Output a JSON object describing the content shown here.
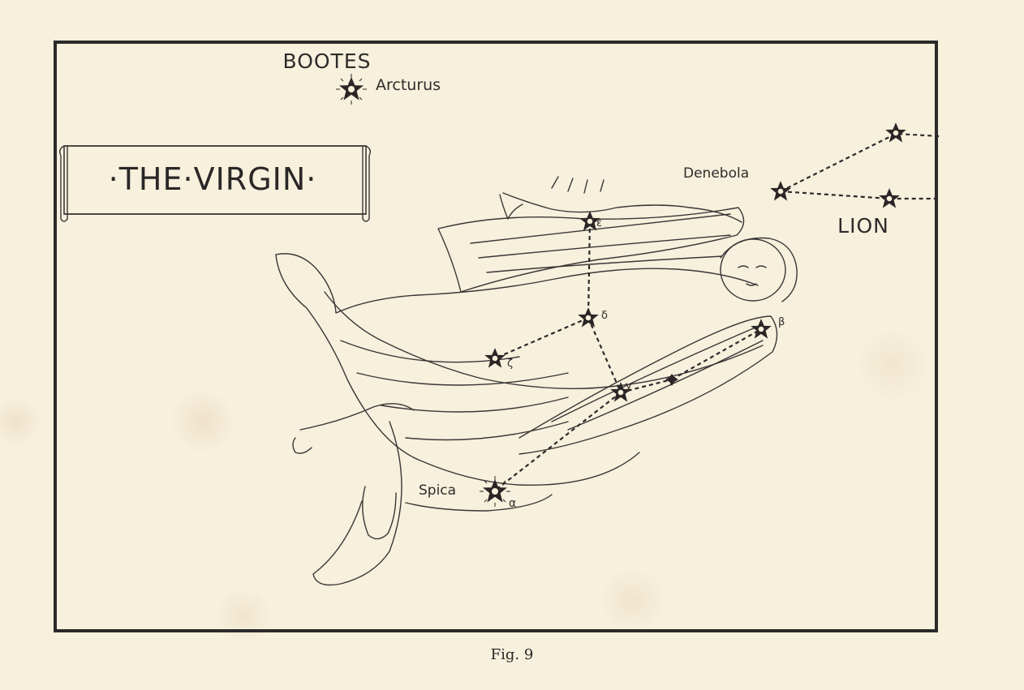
{
  "title": "·THE·VIRGIN·",
  "caption": "Fig. 9",
  "labels": {
    "bootes": "BOOTES",
    "arcturus": "Arcturus",
    "denebola": "Denebola",
    "lion": "LION",
    "spica": "Spica"
  },
  "greek": {
    "epsilon": "ε",
    "delta": "δ",
    "zeta": "ζ",
    "gamma": "γ",
    "beta": "β",
    "alpha": "α"
  },
  "colors": {
    "paper": "#f6f0dc",
    "ink": "#2b2a2a"
  }
}
